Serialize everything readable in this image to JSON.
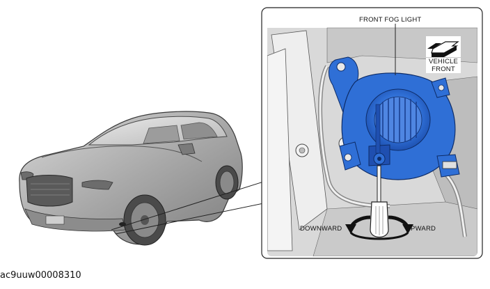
{
  "labels": {
    "front_fog_light": "FRONT FOG LIGHT",
    "vehicle_front_line1": "VEHICLE",
    "vehicle_front_line2": "FRONT",
    "downward": "DOWNWARD",
    "upward": "UPWARD"
  },
  "figure_code": "ac9uuw00008310",
  "icons": {
    "vehicle_front_arrow": "vehicle-front-arrow-icon",
    "rotation_arrows": "rotate-arrows-icon",
    "screwdriver": "screwdriver-icon"
  },
  "colors": {
    "fog_light_housing": "#2f6fd6",
    "fog_light_dark": "#1f4fb0",
    "line_art": "#222222",
    "body_gray": "#9a9a9a"
  }
}
